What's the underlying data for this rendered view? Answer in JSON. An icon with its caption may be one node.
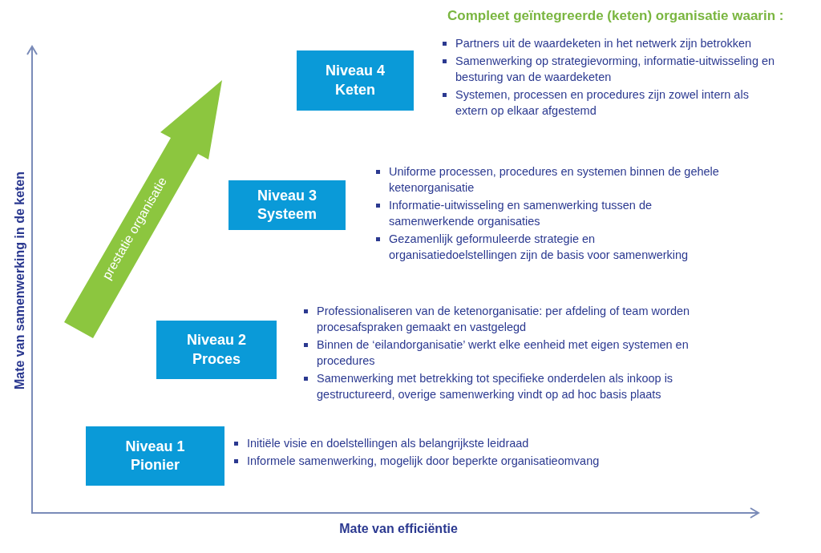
{
  "diagram": {
    "title": "Compleet geïntegreerde (keten) organisatie waarin :",
    "nodes": [
      {
        "text": [
          "Niveau 4",
          "Keten"
        ],
        "beside": [
          "Partners uit de waardeketen in het netwerk zijn betrokken",
          "Samenwerking op strategievorming, informatie-uitwisseling en besturing van de waardeketen",
          "Systemen, processen en procedures zijn zowel intern als extern op elkaar afgestemd"
        ]
      },
      {
        "text": [
          "prestatie organisatie"
        ]
      },
      {
        "text": [
          "Niveau 3",
          "Systeem"
        ],
        "beside": [
          "Uniforme processen, procedures en systemen binnen de gehele ketenorganisatie",
          "Informatie-uitwisseling en samenwerking tussen de samenwerkende organisaties",
          "Gezamenlijk geformuleerde strategie en organisatiedoelstellingen zijn de basis voor samenwerking"
        ]
      },
      {
        "text": [
          "Niveau 2",
          "Proces"
        ],
        "beside": [
          "Professionaliseren van de ketenorganisatie: per afdeling of team worden procesafspraken gemaakt en vastgelegd",
          "Binnen de ‘eilandorganisatie’ werkt elke eenheid met eigen systemen en procedures",
          "Samenwerking met betrekking tot specifieke onderdelen als inkoop is gestructureerd, overige samenwerking vindt op ad hoc basis plaats"
        ]
      },
      {
        "text": [
          "Niveau 1",
          "Pionier"
        ],
        "beside": [
          "Initiële visie en doelstellingen als belangrijkste leidraad",
          "Informele samenwerking, mogelijk door beperkte organisatieomvang"
        ]
      }
    ],
    "labels": [
      "Mate van samenwerking in de keten",
      "Mate van efficiëntie"
    ]
  }
}
